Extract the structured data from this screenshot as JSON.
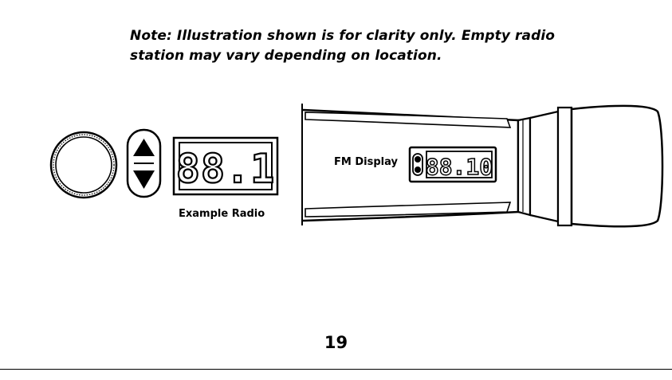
{
  "note": {
    "lead": "Note:",
    "text": " Illustration shown is for clarity only. Empty radio station may vary depending on location."
  },
  "example_radio": {
    "display_value": "88.1",
    "caption": "Example Radio",
    "icons": [
      "tuning-dial-icon",
      "up-arrow-icon",
      "down-arrow-icon"
    ]
  },
  "microphone": {
    "caption": "FM Display",
    "display_value": "88.10",
    "icons": [
      "microphone-icon",
      "indicator-led-icon"
    ]
  },
  "page": {
    "number": "19"
  }
}
